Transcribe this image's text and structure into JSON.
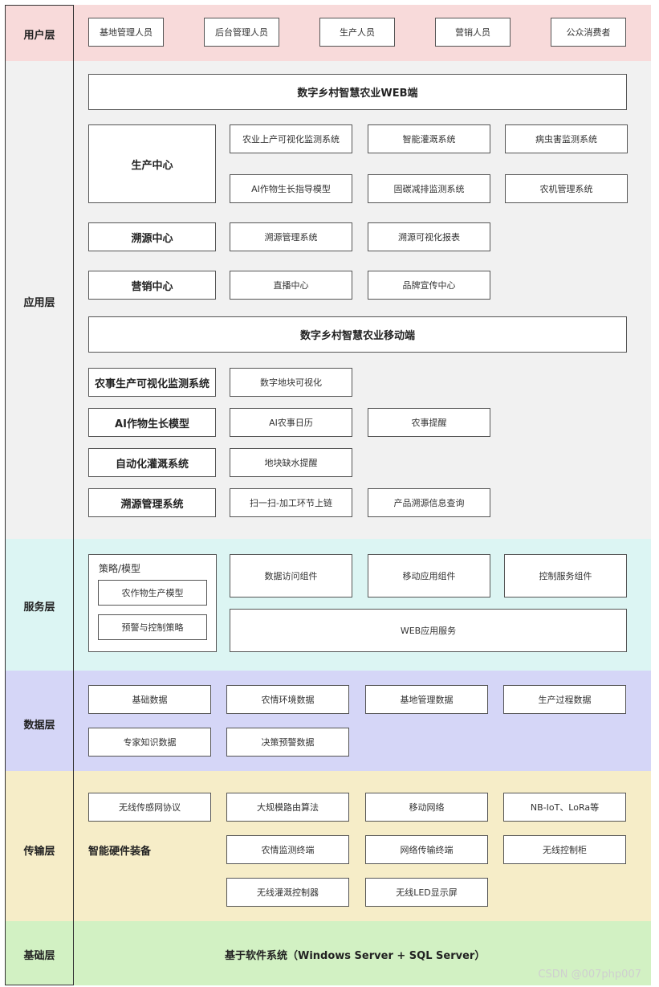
{
  "layers": {
    "user": "用户层",
    "app": "应用层",
    "service": "服务层",
    "data": "数据层",
    "transport": "传输层",
    "base": "基础层"
  },
  "users": [
    "基地管理人员",
    "后台管理人员",
    "生产人员",
    "营销人员",
    "公众消费者"
  ],
  "app": {
    "web_title": "数字乡村智慧农业WEB端",
    "production_center": "生产中心",
    "production_items": [
      "农业上产可视化监测系统",
      "智能灌溉系统",
      "病虫害监测系统",
      "AI作物生长指导模型",
      "固碳减排监测系统",
      "农机管理系统"
    ],
    "trace_center": "溯源中心",
    "trace_items": [
      "溯源管理系统",
      "溯源可视化报表"
    ],
    "marketing_center": "营销中心",
    "marketing_items": [
      "直播中心",
      "品牌宣传中心"
    ],
    "mobile_title": "数字乡村智慧农业移动端",
    "farm_visual": "农事生产可视化监测系统",
    "farm_visual_items": [
      "数字地块可视化"
    ],
    "ai_model": "AI作物生长模型",
    "ai_model_items": [
      "AI农事日历",
      "农事提醒"
    ],
    "irrigation": "自动化灌溉系统",
    "irrigation_items": [
      "地块缺水提醒"
    ],
    "trace_mgmt": "溯源管理系统",
    "trace_mgmt_items": [
      "扫一扫-加工环节上链",
      "产品溯源信息查询"
    ]
  },
  "service": {
    "strategy_title": "策略/模型",
    "strategy_items": [
      "农作物生产模型",
      "预警与控制策略"
    ],
    "components": [
      "数据访问组件",
      "移动应用组件",
      "控制服务组件"
    ],
    "web_service": "WEB应用服务"
  },
  "data": {
    "items": [
      "基础数据",
      "农情环境数据",
      "基地管理数据",
      "生产过程数据",
      "专家知识数据",
      "决策预警数据"
    ]
  },
  "transport": {
    "row1": [
      "无线传感网协议",
      "大规模路由算法",
      "移动网络",
      "NB-IoT、LoRa等"
    ],
    "hardware_label": "智能硬件装备",
    "row2": [
      "农情监测终端",
      "网络传输终端",
      "无线控制柜"
    ],
    "row3": [
      "无线灌溉控制器",
      "无线LED显示屏"
    ]
  },
  "base": {
    "text": "基于软件系统（Windows Server + SQL Server）"
  },
  "watermark": "CSDN @007php007"
}
